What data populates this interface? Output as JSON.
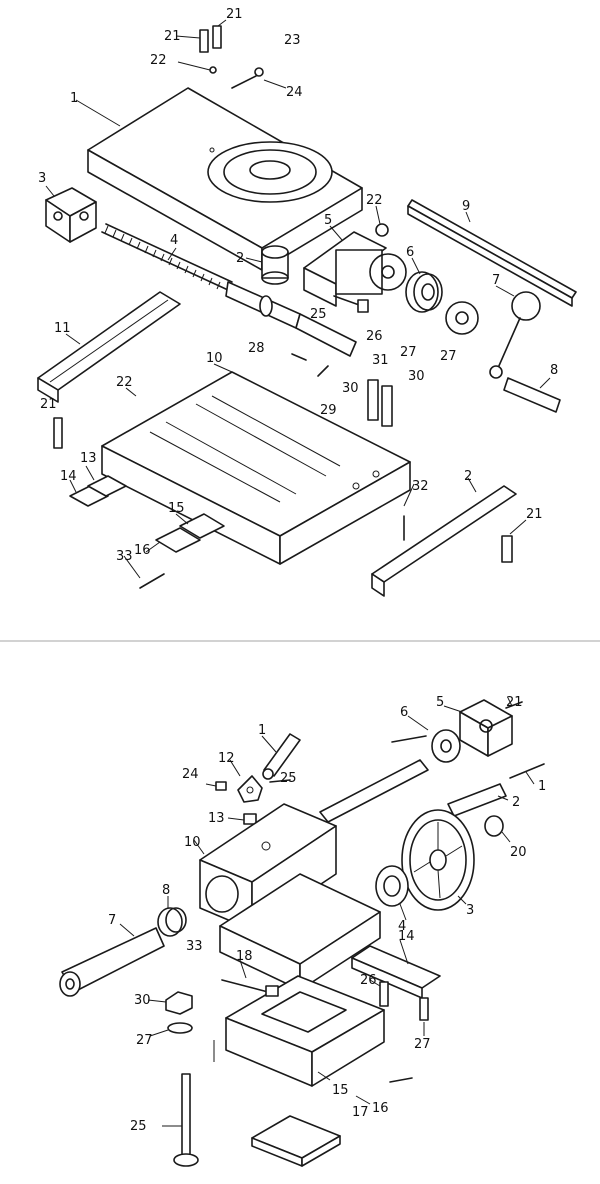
{
  "colors": {
    "ink": "#1a1a1a",
    "divider": "#b8b8b8",
    "background": "#ffffff"
  },
  "top_diagram": {
    "callouts": [
      "1",
      "2",
      "3",
      "4",
      "5",
      "6",
      "7",
      "8",
      "9",
      "10",
      "11",
      "13",
      "14",
      "15",
      "16",
      "21",
      "21",
      "21",
      "21",
      "22",
      "22",
      "22",
      "23",
      "24",
      "25",
      "26",
      "27",
      "27",
      "28",
      "29",
      "30",
      "30",
      "31",
      "32",
      "33",
      "2"
    ]
  },
  "bottom_diagram": {
    "callouts": [
      "1",
      "1",
      "2",
      "3",
      "4",
      "5",
      "6",
      "7",
      "8",
      "10",
      "12",
      "13",
      "14",
      "16",
      "17",
      "18",
      "20",
      "21",
      "24",
      "25",
      "26",
      "27",
      "27",
      "30",
      "33",
      "25",
      "15"
    ]
  }
}
